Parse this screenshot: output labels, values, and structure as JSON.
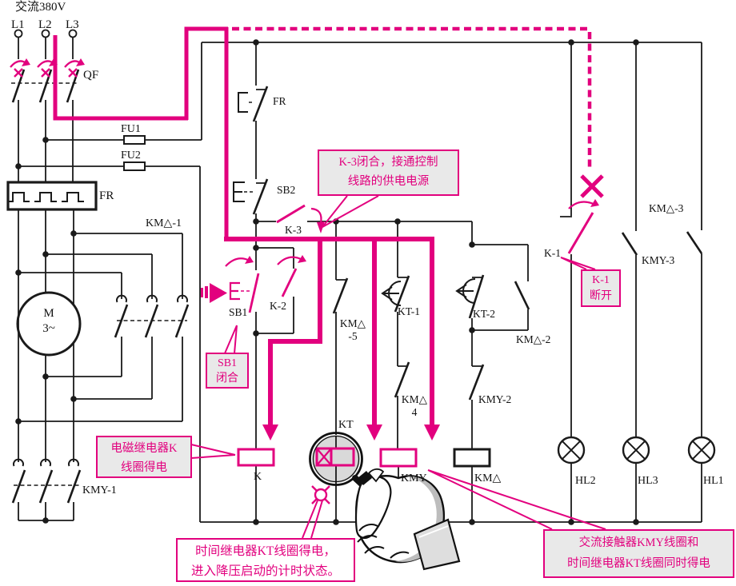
{
  "labels": {
    "ac_supply": "交流380V",
    "l1": "L1",
    "l2": "L2",
    "l3": "L3",
    "qf": "QF",
    "fu1": "FU1",
    "fu2": "FU2",
    "fr_block": "FR",
    "km_delta_1": "KM△-1",
    "motor_m": "M",
    "motor_phase": "3~",
    "kmy_1": "KMY-1",
    "fr_contact": "FR",
    "sb2": "SB2",
    "k_3": "K-3",
    "sb1": "SB1",
    "k_2": "K-2",
    "km_delta_5_top": "KM△",
    "km_delta_5_bottom": "-5",
    "kt_1": "KT-1",
    "km_delta_4_top": "KM△",
    "km_delta_4_bottom": "4",
    "kt_2": "KT-2",
    "km_delta_2": "KM△-2",
    "kmy_2": "KMY-2",
    "k_1": "K-1",
    "kmy_3": "KMY-3",
    "km_delta_3": "KM△-3",
    "kt_coil": "KT",
    "k_coil": "K",
    "kmy_coil": "KMY",
    "km_delta_coil": "KM△",
    "hl2": "HL2",
    "hl3": "HL3",
    "hl1": "HL1"
  },
  "callouts": {
    "k3_close": {
      "line1": "K-3闭合，接通控制",
      "line2": "线路的供电电源"
    },
    "sb1_close": {
      "line1": "SB1",
      "line2": "闭合"
    },
    "k1_open": {
      "line1": "K-1",
      "line2": "断开"
    },
    "k_coil": {
      "line1": "电磁继电器K",
      "line2": "线圈得电"
    },
    "kt_coil": {
      "line1": "时间继电器KT线圈得电，",
      "line2": "进入降压启动的计时状态。"
    },
    "kmy_kt": {
      "line1": "交流接触器KMY线圈和",
      "line2": "时间继电器KT线圈同时得电"
    }
  },
  "colors": {
    "highlight": "#e2007e",
    "wire": "#1a1a1a",
    "callout_fill": "#e9e9e9"
  }
}
